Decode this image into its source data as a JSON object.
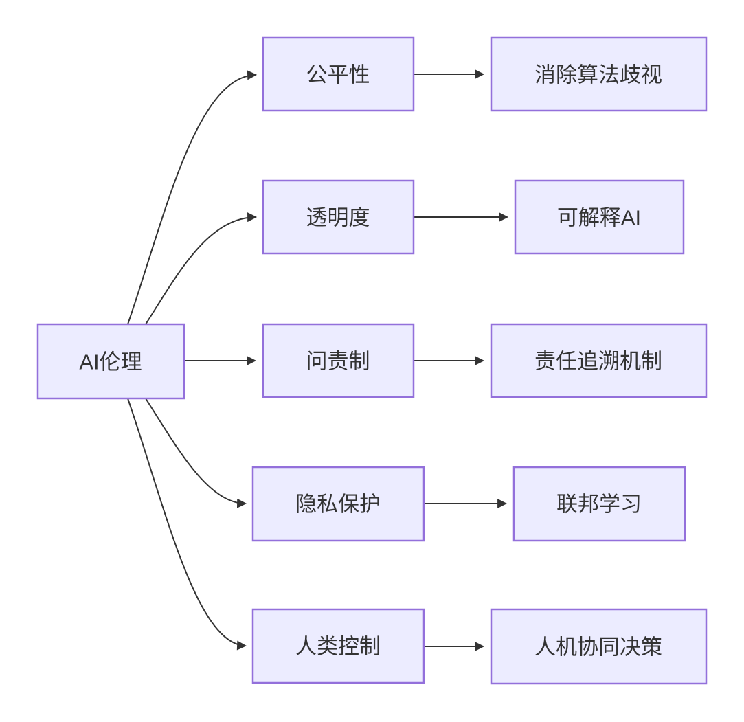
{
  "diagram": {
    "type": "flowchart",
    "direction": "left-to-right",
    "root": {
      "label": "AI伦理"
    },
    "branches": [
      {
        "label": "公平性",
        "child_label": "消除算法歧视"
      },
      {
        "label": "透明度",
        "child_label": "可解释AI"
      },
      {
        "label": "问责制",
        "child_label": "责任追溯机制"
      },
      {
        "label": "隐私保护",
        "child_label": "联邦学习"
      },
      {
        "label": "人类控制",
        "child_label": "人机协同决策"
      }
    ],
    "colors": {
      "node_fill": "#ECECFF",
      "node_border": "#9370DB",
      "edge": "#333333",
      "text": "#333333",
      "background": "#FFFFFF"
    }
  }
}
